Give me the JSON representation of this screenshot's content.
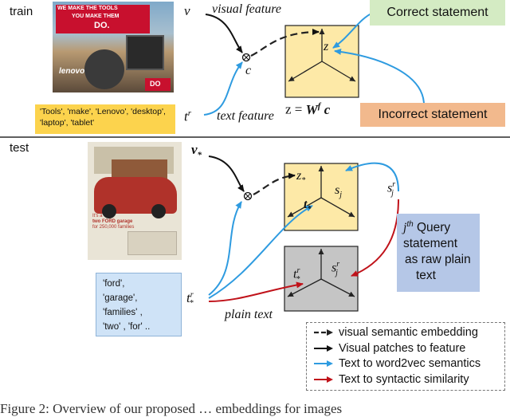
{
  "train": {
    "section_label": "train",
    "v_symbol": "v",
    "visual_feature": "visual feature",
    "c_symbol": "c",
    "tr_symbol": "t",
    "tr_sup": "r",
    "text_feature": "text feature",
    "z_symbol": "z",
    "equation": {
      "z": "z",
      "eq": " = ",
      "W": "W",
      "sup": "f",
      "c": " c"
    },
    "correct_statement": "Correct statement",
    "incorrect_statement": "Incorrect statement",
    "image_text": {
      "top_line1": "WE MAKE THE TOOLS",
      "top_line2": "YOU MAKE THEM",
      "top_do": "DO.",
      "brand": "lenovo",
      "bottom_do": "DO"
    },
    "tags": "'Tools', 'make', 'Lenovo', 'desktop', 'laptop', 'tablet'"
  },
  "test": {
    "section_label": "test",
    "v_star": "v",
    "v_star_sub": "*",
    "z_star": "z",
    "z_star_sub": "*",
    "t_star": "t",
    "t_star_sub": "*",
    "s_j": "s",
    "s_j_sub": "j",
    "s_j_r": "s",
    "s_j_r_sub": "j",
    "s_j_r_sup": "r",
    "t_r_star": "t",
    "t_r_star_sub": "*",
    "t_r_star_sup": "r",
    "gray_t": "t",
    "gray_t_sub": "*",
    "gray_t_sup": "r",
    "gray_s": "s",
    "gray_s_sub": "j",
    "gray_s_sup": "r",
    "query_j": "j",
    "query_sup": "th",
    "query_line1": "Query",
    "query_line2": "statement",
    "query_line3": "as  raw plain",
    "query_line4": "text",
    "plain_text": "plain text",
    "tags": [
      "'ford',",
      "'garage',",
      "'families' ,",
      "'two' , 'for' .."
    ],
    "ad_text": {
      "line1": "It's a",
      "line2": "two FORD garage",
      "line3": "for 250,000 families"
    }
  },
  "legend": [
    {
      "label": "visual semantic embedding",
      "color": "#222222"
    },
    {
      "label": "Visual patches to feature",
      "color": "#111111"
    },
    {
      "label": "Text to word2vec semantics",
      "color": "#2e9be0"
    },
    {
      "label": "Text to syntactic similarity",
      "color": "#c0121a"
    }
  ],
  "caption": "Figure 2: Overview of our proposed … embeddings for images"
}
